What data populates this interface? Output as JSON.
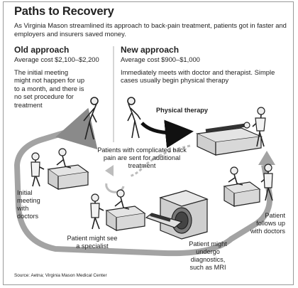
{
  "title": "Paths to Recovery",
  "subtitle": "As Virginia Mason streamlined its approach to back-pain treatment, patients got in faster and employers and insurers saved money.",
  "old_approach": {
    "heading": "Old approach",
    "cost": "Average cost $2,100–$2,200",
    "description": "The initial meeting might not happen for up to a month, and there is no set procedure for treatment"
  },
  "new_approach": {
    "heading": "New approach",
    "cost": "Average cost $900–$1,000",
    "description": "Immediately meets with doctor and therapist. Simple cases usually begin physical therapy"
  },
  "labels": {
    "physical_therapy": "Physical therapy",
    "complicated": "Patients with complicated back pain are sent for additional treatment",
    "initial_meeting": "Initial meeting with doctors",
    "specialist": "Patient might see a specialist",
    "diagnostics": "Patient might undergo diagnostics, such as MRI",
    "follows_up": "Patient follows up with doctors"
  },
  "source": "Source: Aetna; Virginia Mason Medical Center"
}
